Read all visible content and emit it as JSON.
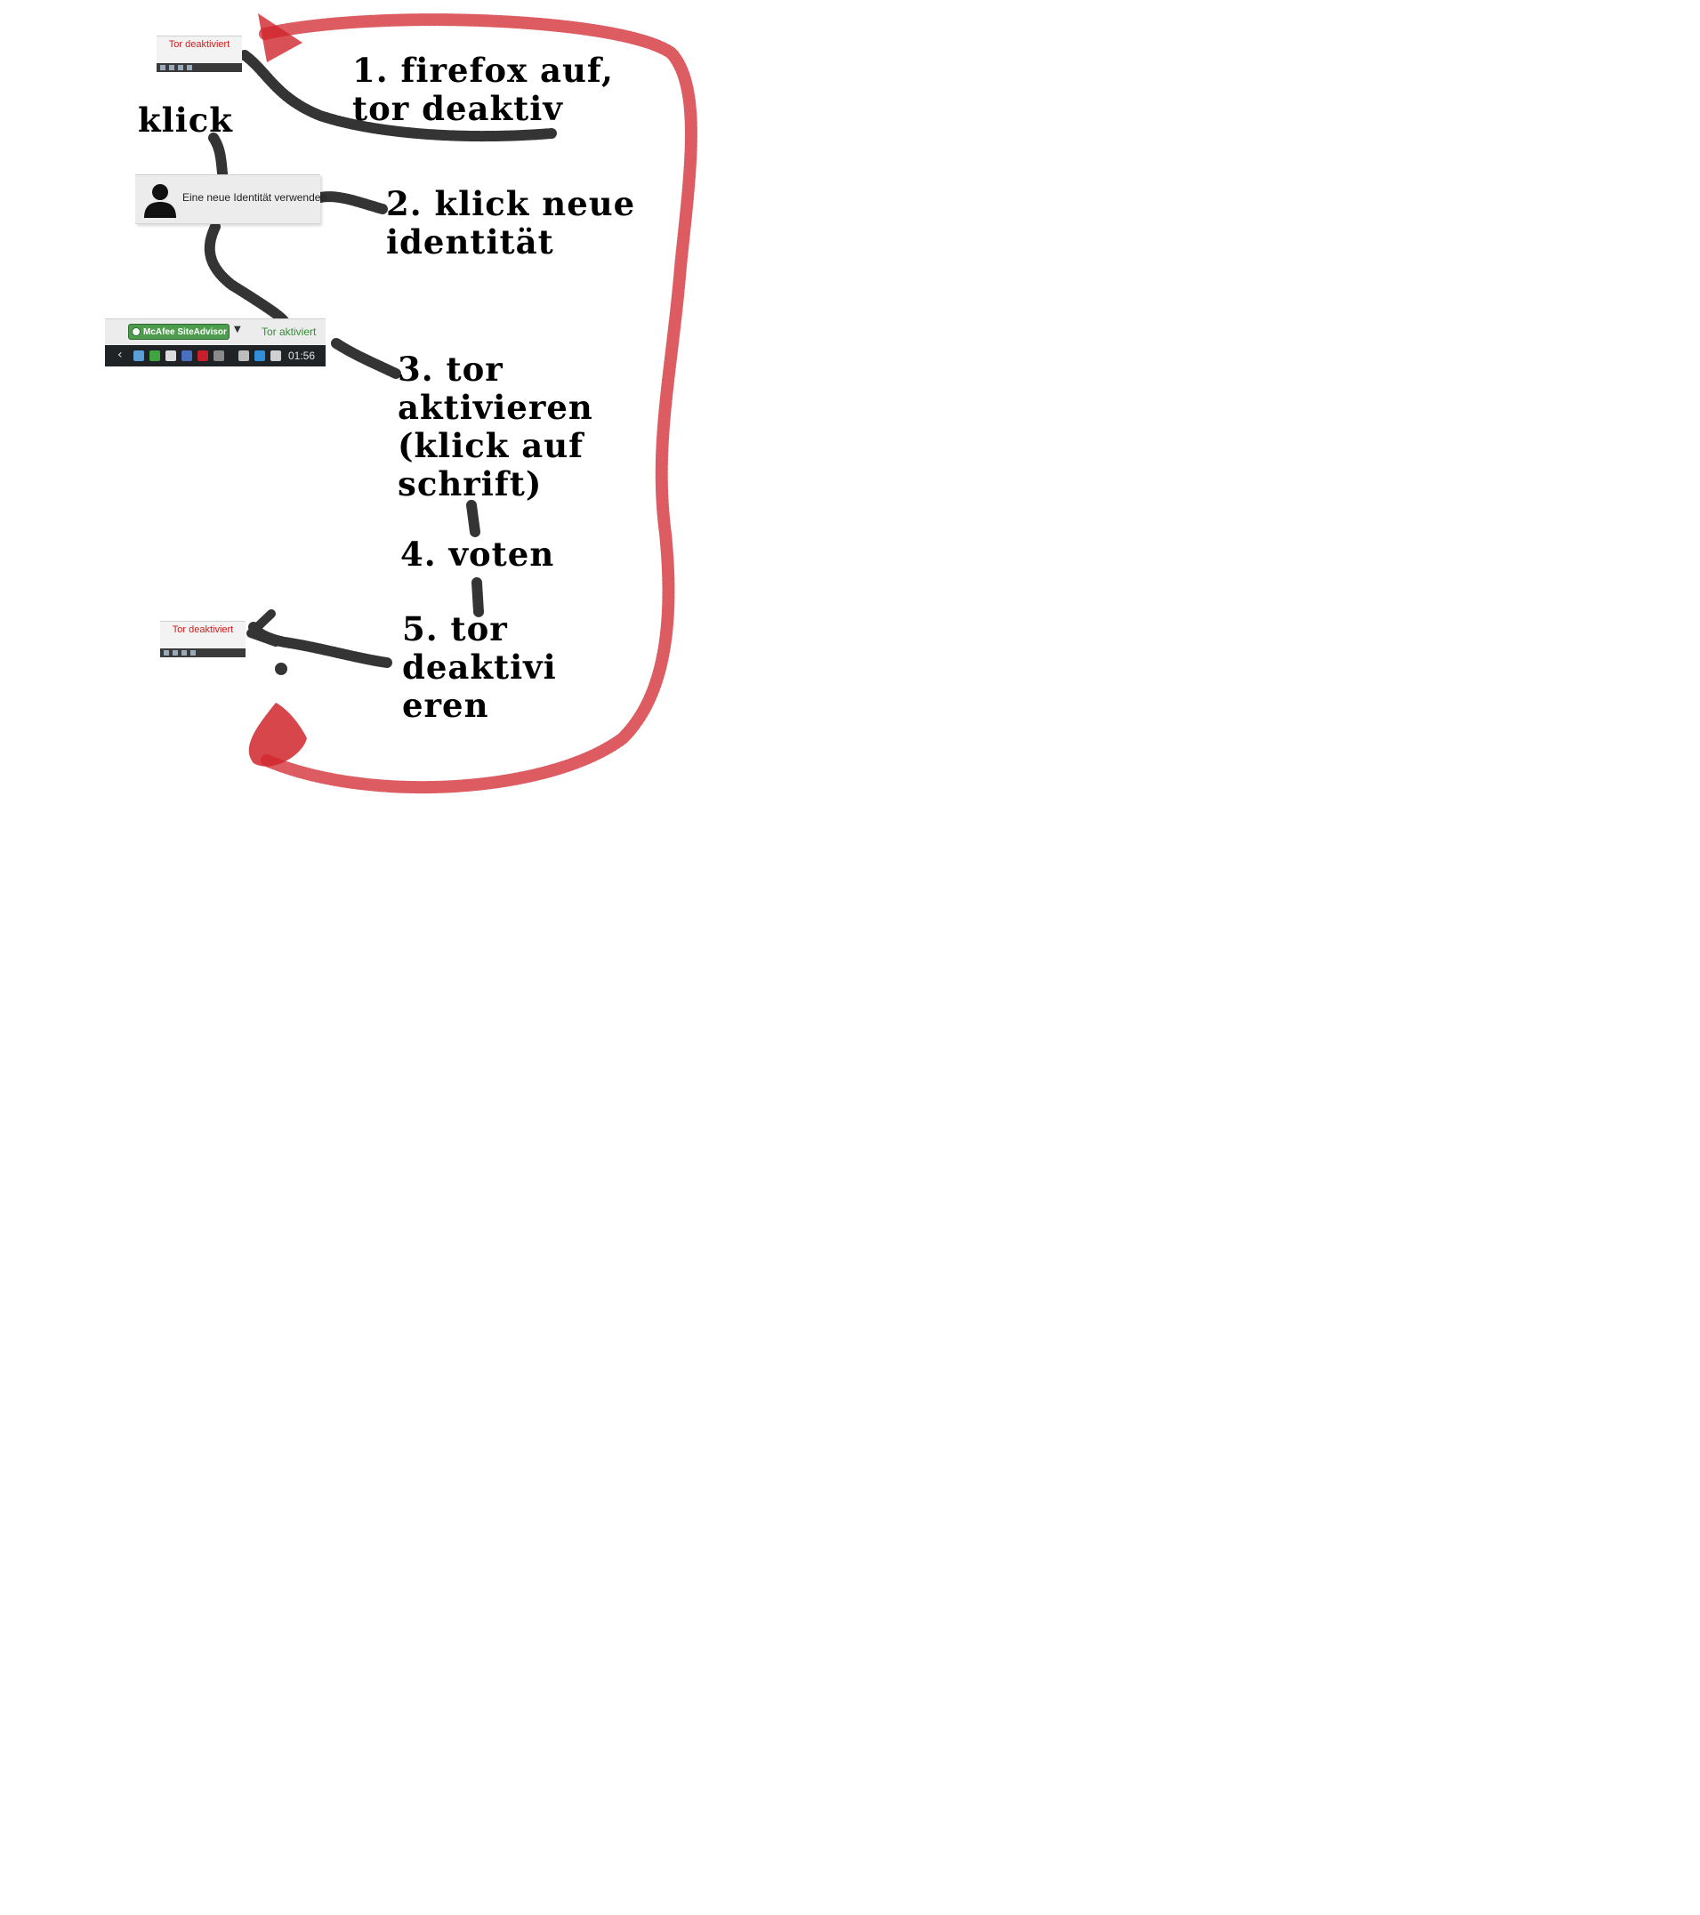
{
  "notes": {
    "step1": [
      "1. firefox auf,",
      "tor deaktiv"
    ],
    "klick": "klick",
    "step2": [
      "2. klick neue",
      "identität"
    ],
    "step3": [
      "3. tor",
      "aktivieren",
      "(klick auf",
      "schrift)"
    ],
    "step4": "4. voten",
    "step5": [
      "5. tor",
      "deaktivi",
      "eren"
    ]
  },
  "widgets": {
    "tor_deactivated": "Tor deaktiviert",
    "new_identity": "Eine neue Identität verwenden",
    "mcafee": "McAfee SiteAdvisor",
    "tor_activated": "Tor aktiviert",
    "clock": "01:56"
  },
  "colors": {
    "ink_black": "#111111",
    "ink_red": "#d0262c",
    "tor_off": "#d21b1b",
    "tor_on": "#2f8f2f"
  }
}
